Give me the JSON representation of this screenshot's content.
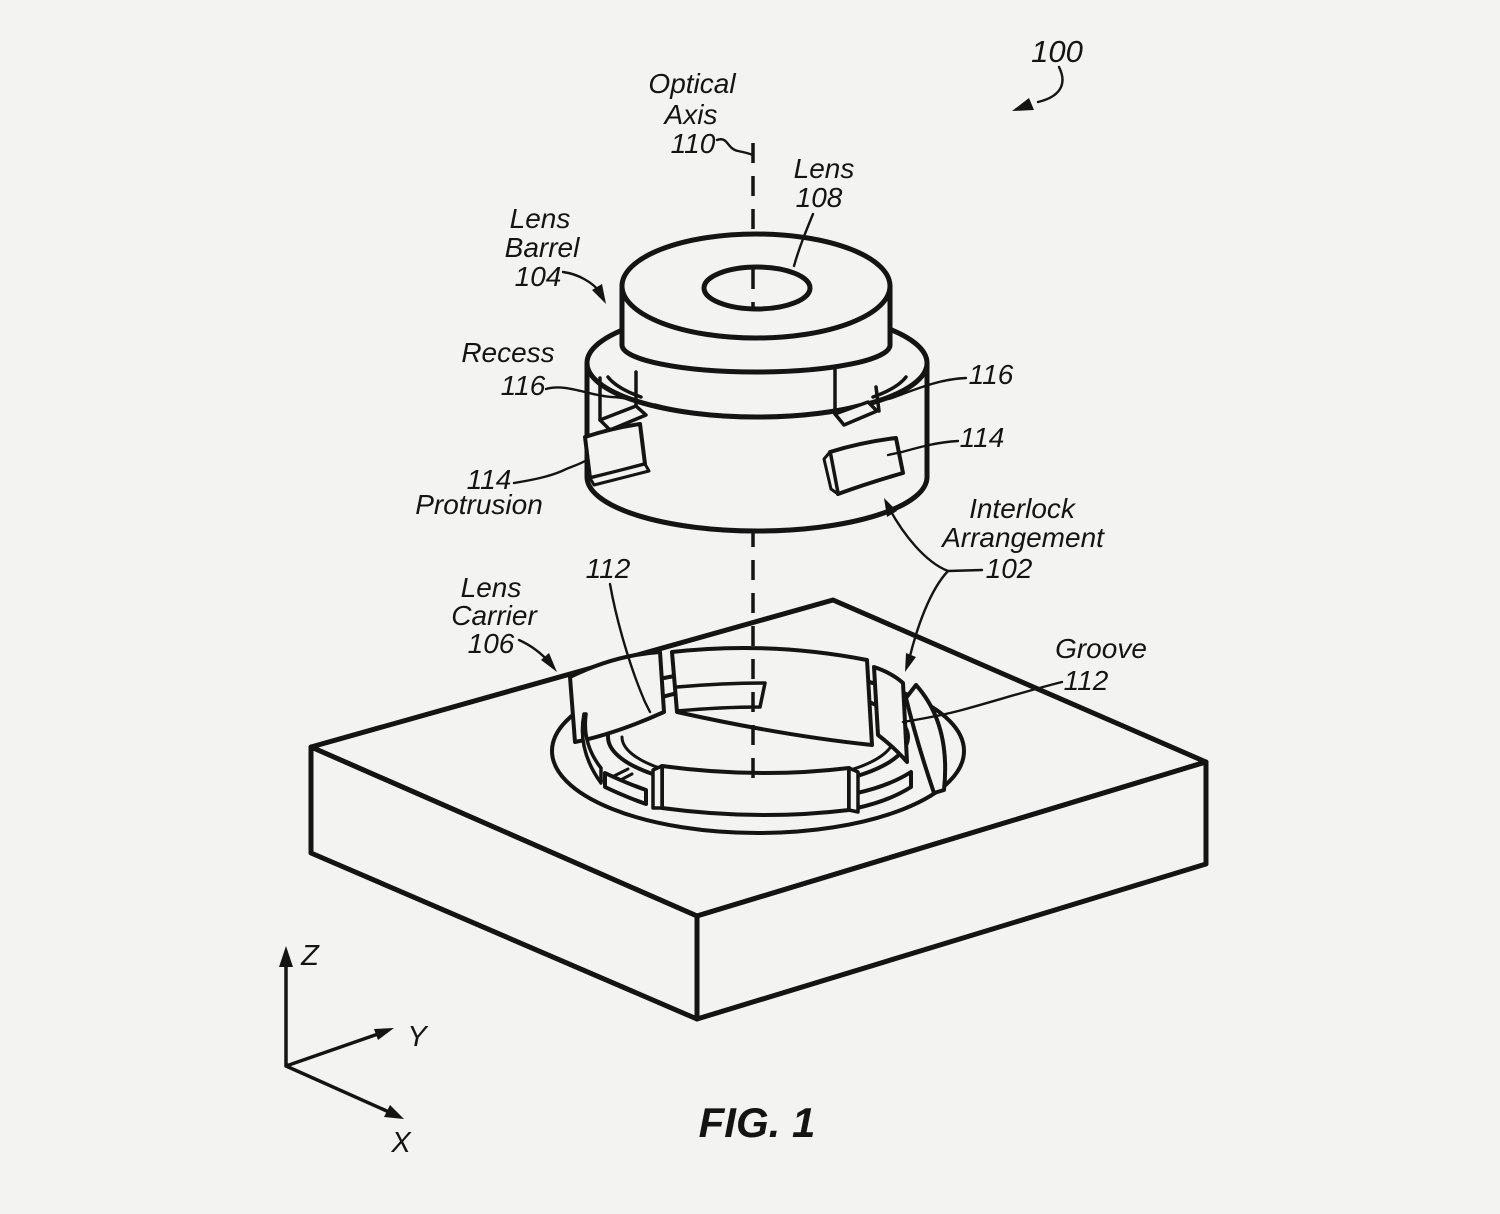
{
  "figure": {
    "caption": "FIG. 1",
    "reference_number": "100"
  },
  "colors": {
    "background": "#f3f3f1",
    "ink": "#141414"
  },
  "labels": {
    "optical_axis": {
      "line1": "Optical",
      "line2": "Axis",
      "line3": "110"
    },
    "lens": {
      "line1": "Lens",
      "line2": "108"
    },
    "lens_barrel": {
      "line1": "Lens",
      "line2": "Barrel",
      "line3": "104"
    },
    "recess": {
      "line1": "Recess",
      "line2": "116"
    },
    "recess_right": "116",
    "protrusion_right": "114",
    "protrusion": {
      "line1": "114",
      "line2": "Protrusion"
    },
    "interlock_arrangement": {
      "line1": "Interlock",
      "line2": "Arrangement",
      "line3": "102"
    },
    "groove_top": "112",
    "lens_carrier": {
      "line1": "Lens",
      "line2": "Carrier",
      "line3": "106"
    },
    "groove": {
      "line1": "Groove",
      "line2": "112"
    }
  },
  "axes": {
    "x": "X",
    "y": "Y",
    "z": "Z"
  }
}
